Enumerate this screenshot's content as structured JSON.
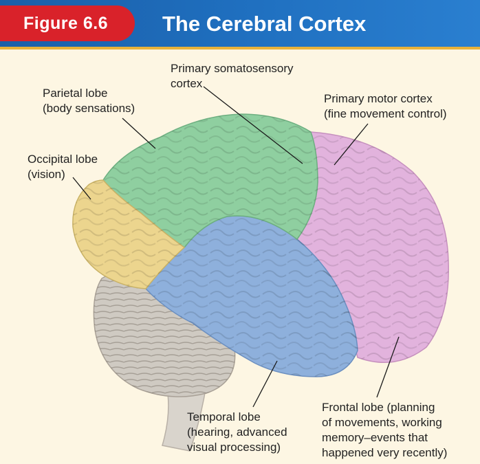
{
  "header": {
    "figure_number": "Figure 6.6",
    "title": "The Cerebral Cortex"
  },
  "labels": {
    "somatosensory": {
      "line1": "Primary somatosensory",
      "line2": "cortex"
    },
    "parietal": {
      "line1": "Parietal lobe",
      "line2": "(body sensations)"
    },
    "motor": {
      "line1": "Primary motor cortex",
      "line2": "(fine movement control)"
    },
    "occipital": {
      "line1": "Occipital lobe",
      "line2": "(vision)"
    },
    "temporal": {
      "line1": "Temporal lobe",
      "line2": "(hearing, advanced",
      "line3": "visual processing)"
    },
    "frontal": {
      "line1": "Frontal lobe (planning",
      "line2": "of movements, working",
      "line3": "memory–events that",
      "line4": "happened very recently)"
    }
  },
  "colors": {
    "header_blue": "#1f6fbf",
    "badge_red": "#d9222a",
    "parietal_green": "#8fcfa0",
    "occipital_yellow": "#ecd58e",
    "temporal_blue": "#8eb0dc",
    "frontal_pink": "#e2b3dd",
    "cerebellum_gray": "#cfcac2"
  }
}
